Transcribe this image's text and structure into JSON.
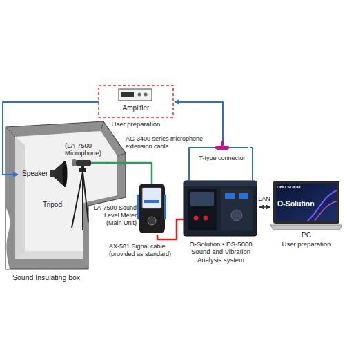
{
  "diagram": {
    "nodes": [
      {
        "text": [
          "Sound Insulating box"
        ]
      },
      {
        "text": [
          "Speaker"
        ],
        "in": 0
      },
      {
        "text": [
          "(LA-7500 Microphone)",
          "Tripod"
        ],
        "in": 0
      },
      {
        "text": [
          "Amplifier",
          "User preparation"
        ]
      },
      {
        "text": [
          "T-type connector"
        ]
      },
      {
        "text": [
          "LA-7500 Sound Level Meter (Main Unit)"
        ]
      },
      {
        "text": [
          "O-Solution • DS-5000 Sound and Vibration Analysis system"
        ]
      },
      {
        "text": [
          "O-Solution",
          "PC",
          "User preparation"
        ]
      }
    ],
    "edges": [
      {
        "from": 3,
        "to": 1,
        "arrow": "to"
      },
      {
        "from": 2,
        "to": 5,
        "label": "AG-3400 series microphone extension cable",
        "arrow": "none"
      },
      {
        "from": 5,
        "to": 6,
        "label": "AX-501 Signal cable (provided as standard)",
        "arrow": "none"
      },
      {
        "from": 6,
        "to": 4,
        "arrow": "none"
      },
      {
        "from": 4,
        "to": 6,
        "arrow": "none"
      },
      {
        "from": 4,
        "to": 3,
        "arrow": "to"
      },
      {
        "from": 6,
        "to": 7,
        "label": "LAN",
        "arrow": "both"
      }
    ],
    "labels": [
      "ONO SOKKI"
    ]
  }
}
